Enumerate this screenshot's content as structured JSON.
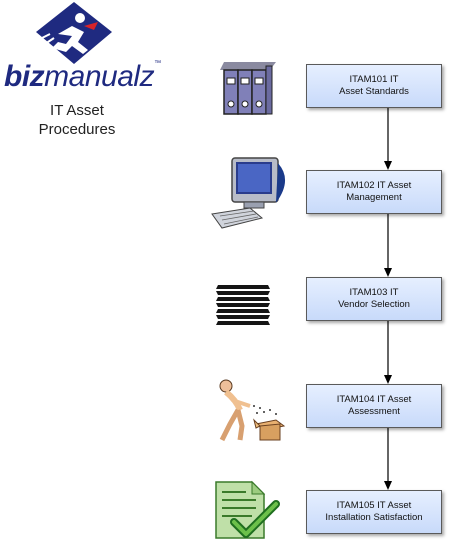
{
  "logo": {
    "part1": "biz",
    "part2": "manualz",
    "tm": "™"
  },
  "document_title": "IT Asset\nProcedures",
  "steps": [
    {
      "label": "ITAM101 IT\nAsset Standards",
      "icon": "binders-icon"
    },
    {
      "label": "ITAM102 IT Asset\nManagement",
      "icon": "computer-icon"
    },
    {
      "label": "ITAM103 IT\nVendor Selection",
      "icon": "paper-stack-icon"
    },
    {
      "label": "ITAM104 IT Asset\nAssessment",
      "icon": "person-box-icon"
    },
    {
      "label": "ITAM105 IT Asset\nInstallation Satisfaction",
      "icon": "checklist-icon"
    }
  ],
  "colors": {
    "box_fill": "#d6e4fb",
    "brand_blue": "#1f2a80"
  }
}
